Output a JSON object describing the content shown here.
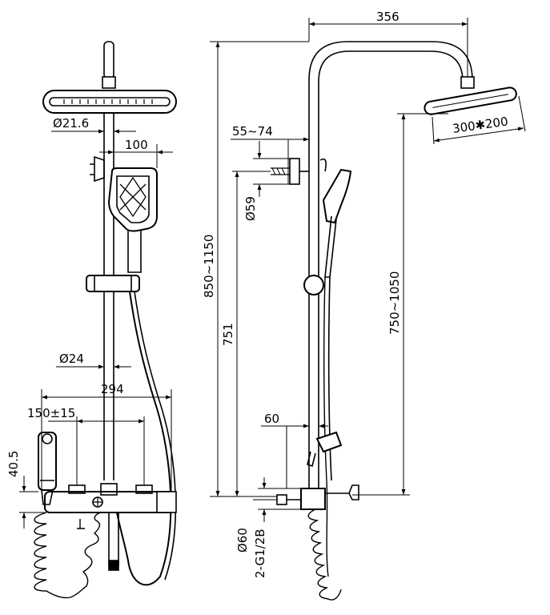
{
  "dimensions": {
    "d_21_6": "Ø21.6",
    "w_100": "100",
    "d_24": "Ø24",
    "w_294": "294",
    "w_150_15": "150±15",
    "h_40_5": "40.5",
    "w_356": "356",
    "w_55_74": "55~74",
    "d_59": "Ø59",
    "h_850_1150": "850~1150",
    "h_751": "751",
    "h_750_1050": "750~1050",
    "w_60": "60",
    "head_300_200": "300✱200",
    "d_60": "Ø60",
    "thread_2_g1_2b": "2-G1/2B"
  },
  "colors": {
    "line": "#000000",
    "fill": "#ffffff"
  }
}
